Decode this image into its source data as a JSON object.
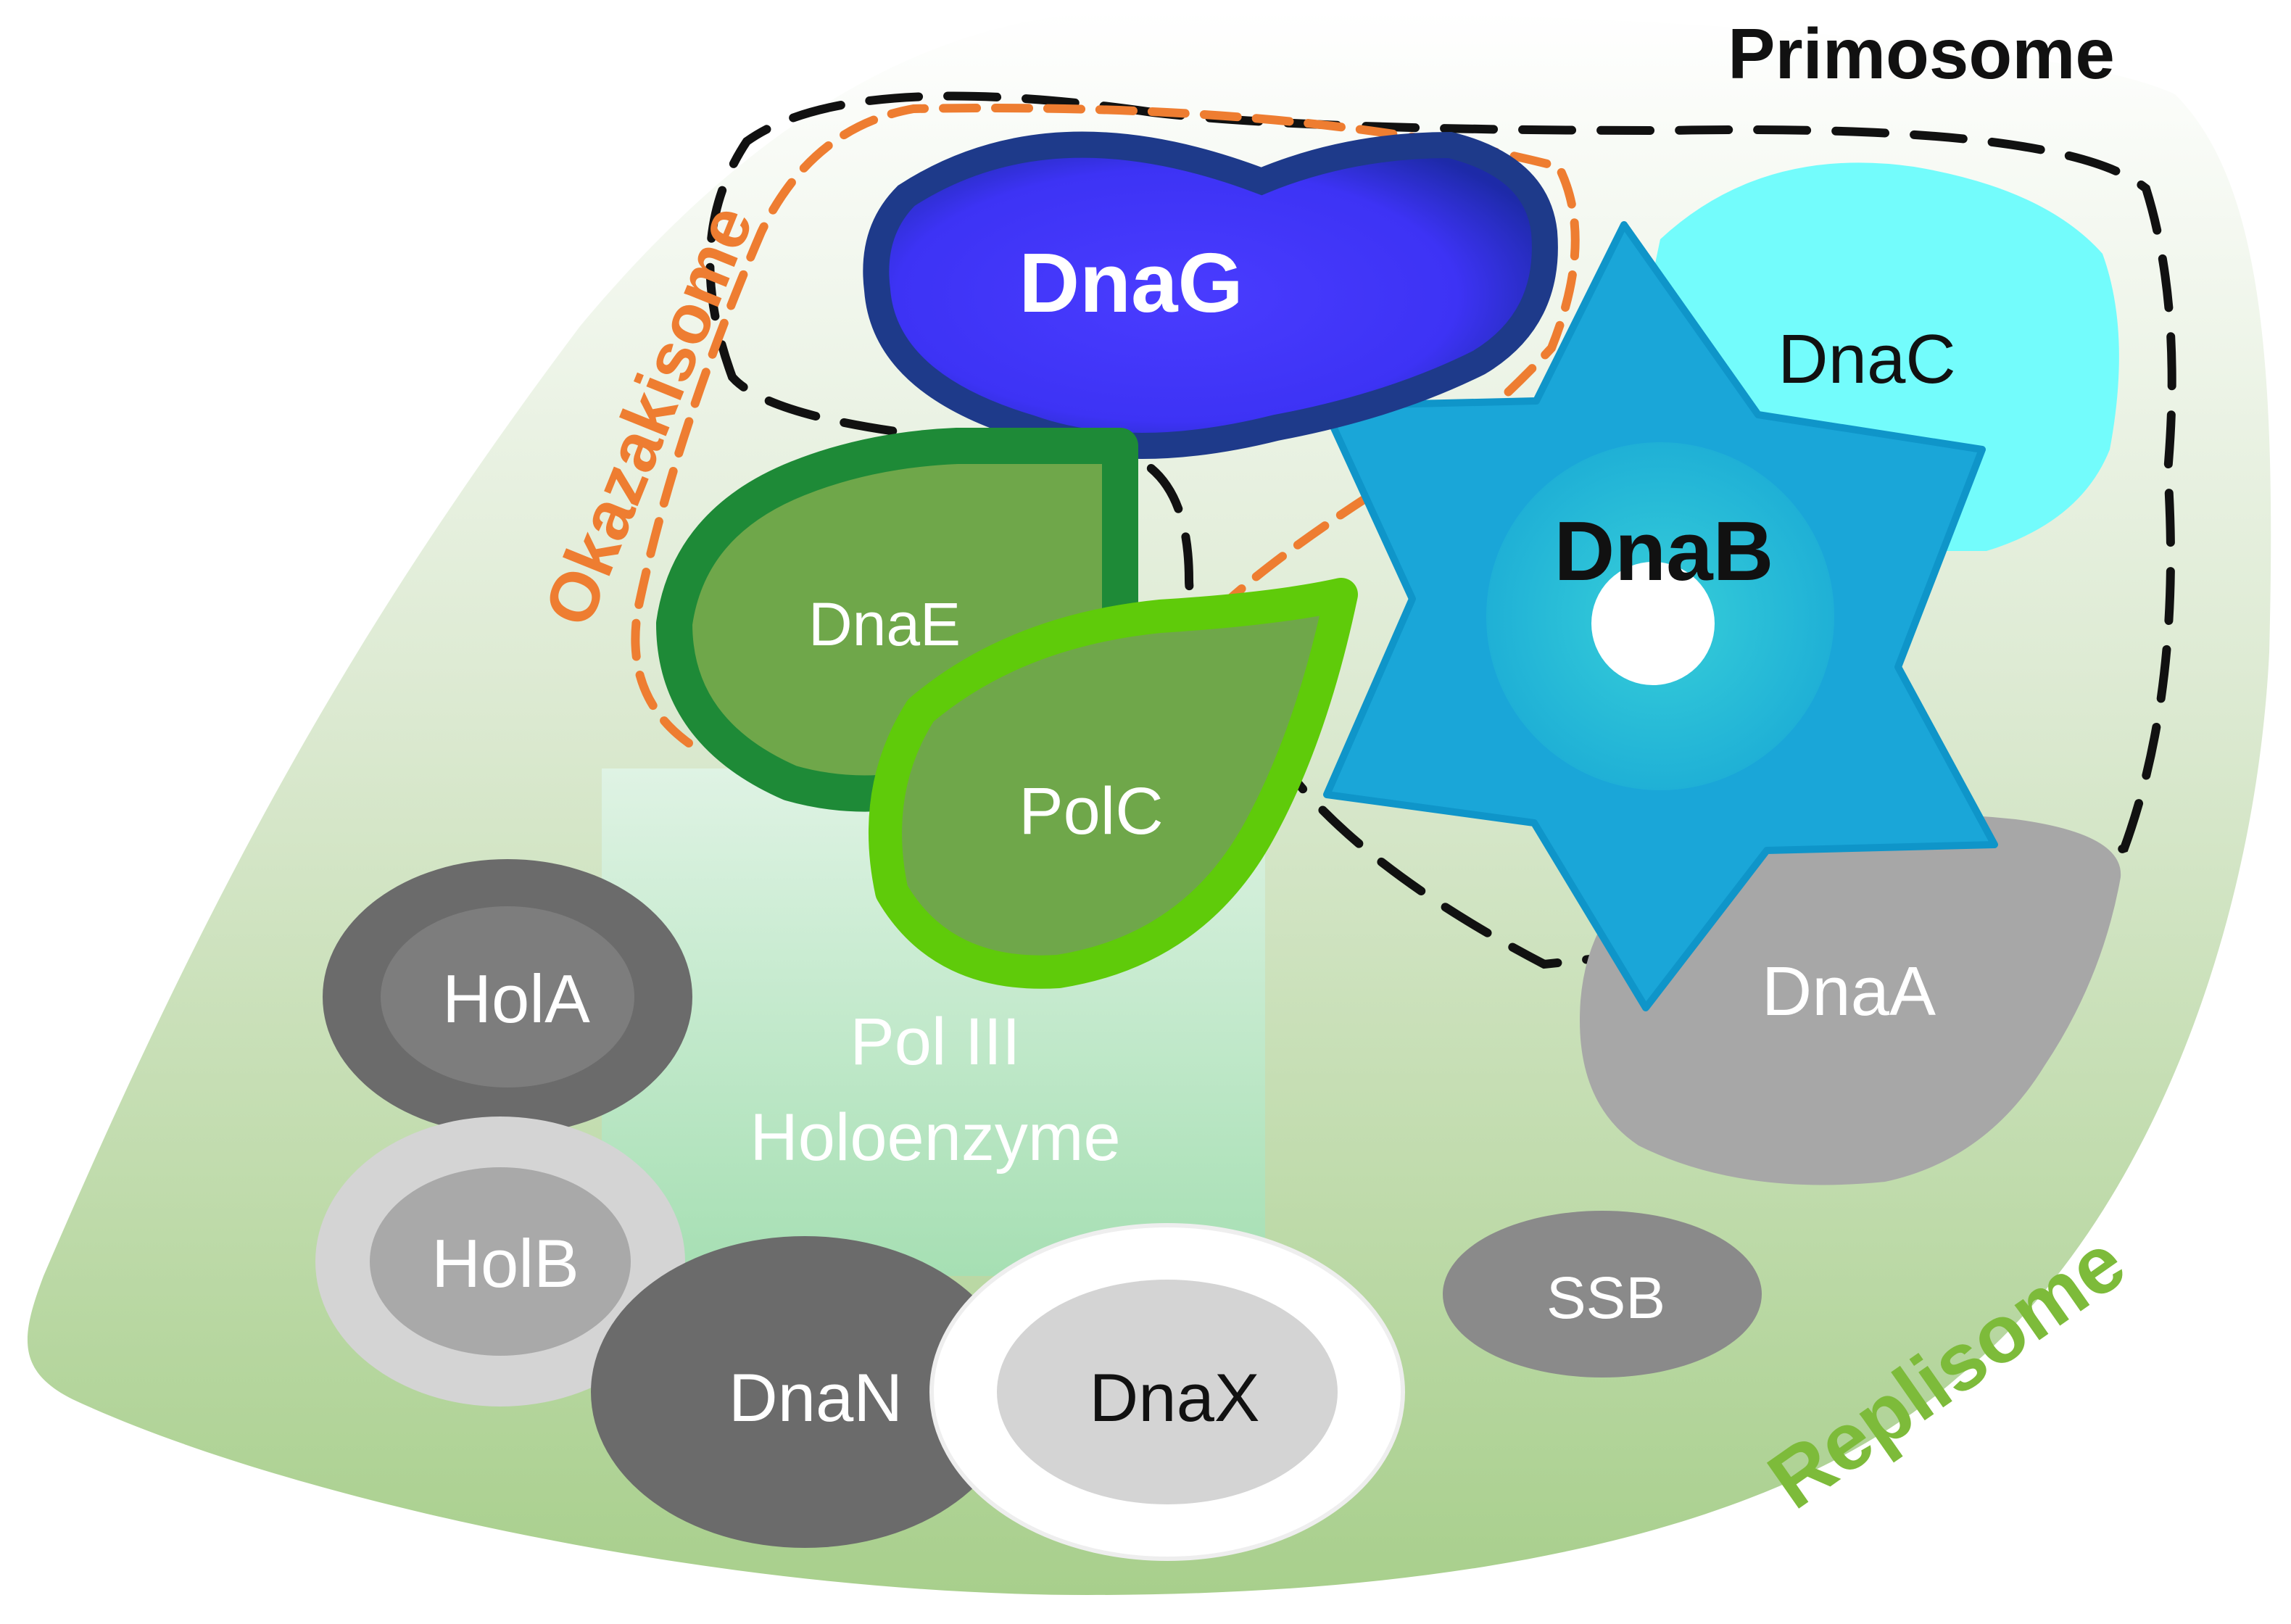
{
  "labels": {
    "primosome": "Primosome",
    "okazakisome": "Okazakisome",
    "replisome": "Replisome",
    "pol3_line1": "Pol III",
    "pol3_line2": "Holoenzyme",
    "dnaG": "DnaG",
    "dnaC": "DnaC",
    "dnaB": "DnaB",
    "dnaE": "DnaE",
    "polC": "PolC",
    "dnaA": "DnaA",
    "holA": "HolA",
    "holB": "HolB",
    "dnaN": "DnaN",
    "dnaX": "DnaX",
    "ssb": "SSB"
  },
  "colors": {
    "replisome_green": "#6fae3a",
    "okazakisome_orange": "#ee7d31",
    "primosome_dash": "#111111",
    "dnaG_blue": "#3a34f0",
    "dnaB_cyan": "#1aa6d8",
    "dnaC_cyan": "#73fcfc",
    "dnaE_green": "#1e8a37",
    "polC_green": "#5fcb0a",
    "grey_dark": "#6b6b6b",
    "grey_mid": "#a7a7a7",
    "grey_light": "#d4d4d4"
  }
}
